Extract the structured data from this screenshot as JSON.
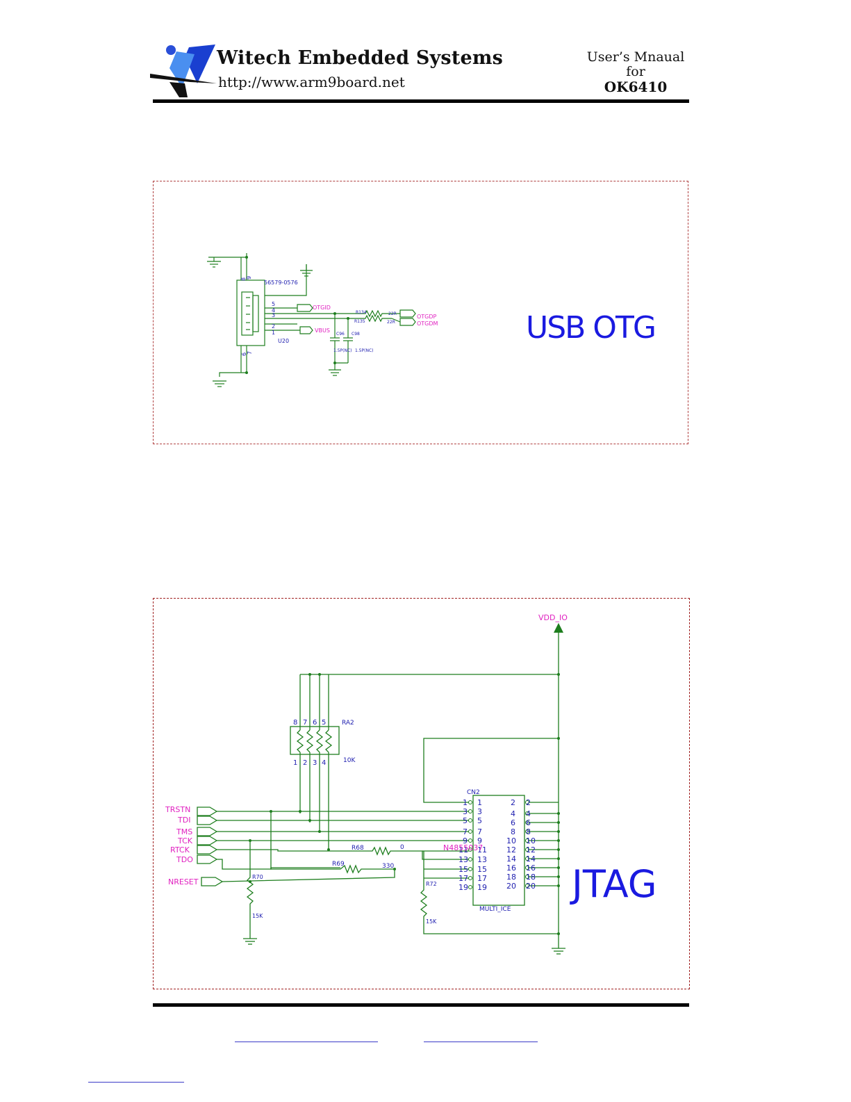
{
  "header": {
    "company": "Witech Embedded Systems",
    "url": "http://www.arm9board.net",
    "manual_line1": "User’s Mnaual",
    "manual_line2": "for",
    "manual_model": "OK6410"
  },
  "usb_otg": {
    "title": "USB OTG",
    "part_number": "56579-0576",
    "ref": "U20",
    "pins": [
      "5",
      "4",
      "3",
      "2",
      "1"
    ],
    "shell_pins": [
      "8",
      "9",
      "6",
      "7"
    ],
    "nets": {
      "otgid": "OTGID",
      "vbus": "VBUS",
      "otgdp": "OTGDP",
      "otgdm": "OTGDM"
    },
    "resistors": [
      {
        "ref": "R134",
        "value": "22R"
      },
      {
        "ref": "R135",
        "value": "22R"
      }
    ],
    "capacitors": [
      {
        "ref": "C96",
        "value": "1.5P(NC)"
      },
      {
        "ref": "C98",
        "value": "1.5P(NC)"
      }
    ]
  },
  "jtag": {
    "title": "JTAG",
    "supply": "VDD_IO",
    "resistor_array": {
      "ref": "RA2",
      "value": "10K",
      "top_pins": [
        "8",
        "7",
        "6",
        "5"
      ],
      "bottom_pins": [
        "1",
        "2",
        "3",
        "4"
      ]
    },
    "connector": {
      "ref": "CN2",
      "name": "MULTI_ICE",
      "left_pins": [
        "1",
        "3",
        "5",
        "7",
        "9",
        "11",
        "13",
        "15",
        "17",
        "19"
      ],
      "right_pins": [
        "2",
        "4",
        "6",
        "8",
        "10",
        "12",
        "14",
        "16",
        "18",
        "20"
      ]
    },
    "signals": [
      "TRSTN",
      "TDI",
      "TMS",
      "TCK",
      "RTCK",
      "TDO",
      "NRESET"
    ],
    "r68": {
      "ref": "R68",
      "value": "0"
    },
    "r69": {
      "ref": "R69",
      "value": "330"
    },
    "r70": {
      "ref": "R70",
      "value": "15K"
    },
    "r72": {
      "ref": "R72",
      "value": "15K"
    },
    "net_label": "N4855037"
  }
}
